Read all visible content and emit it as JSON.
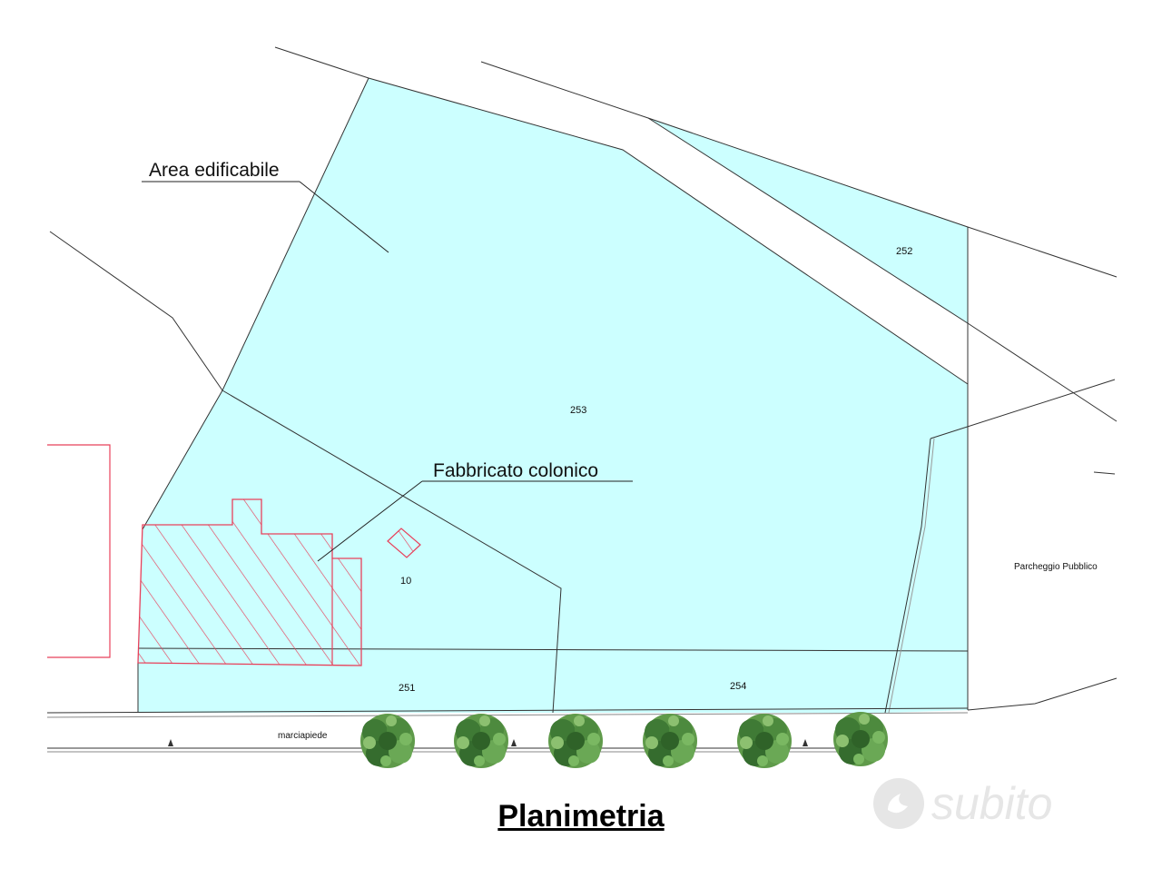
{
  "title": "Planimetria",
  "labels": {
    "area_edificabile": "Area edificabile",
    "fabbricato": "Fabbricato colonico",
    "parcheggio": "Parcheggio Pubblico",
    "marciapiede": "marciapiede"
  },
  "parcels": {
    "p252": "252",
    "p253": "253",
    "p10": "10",
    "p251": "251",
    "p254": "254"
  },
  "watermark": "subito",
  "colors": {
    "land_fill": "#ccffff",
    "building_outline": "#e8405a",
    "tree_green": "#4a8a3a",
    "line": "#333333"
  }
}
